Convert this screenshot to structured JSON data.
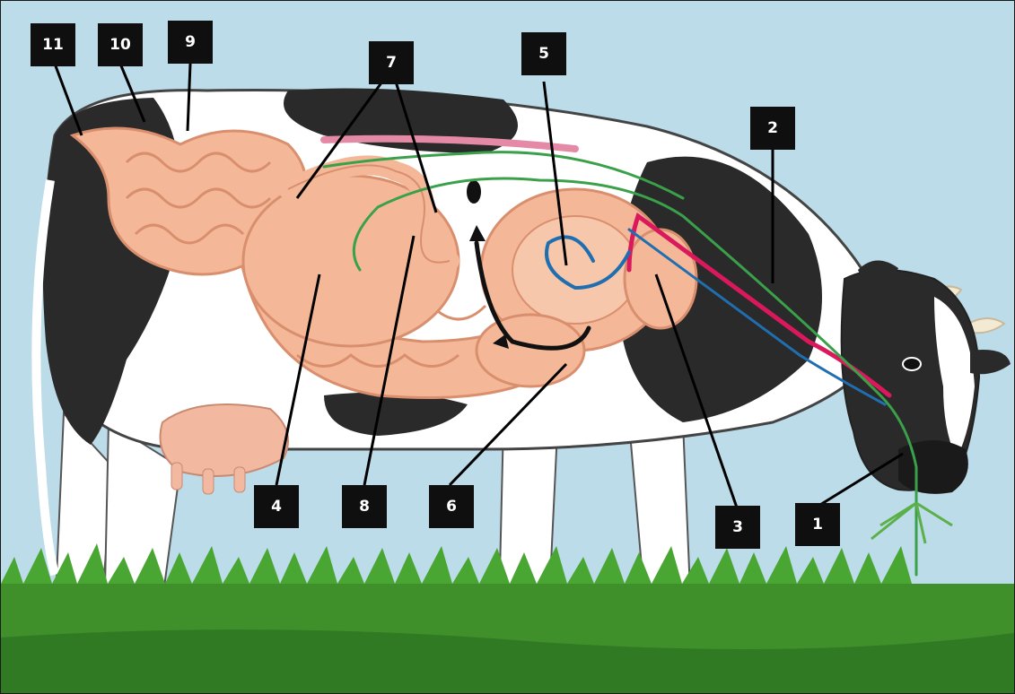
{
  "colors": {
    "sky": "#bcdce9",
    "grass": "#3f8f2a",
    "grass_dark": "#1f5c17",
    "cow_white": "#ffffff",
    "cow_black": "#2a2a2a",
    "organ": "#f4b899",
    "organ_shadow": "#d98f6e",
    "udder": "#f2b8a0",
    "flow_green": "#3aa04a",
    "flow_red": "#d9195c",
    "flow_blue": "#1f6fb0",
    "flow_black": "#111111",
    "label_bg": "#0f0f0f",
    "label_text": "#ffffff"
  },
  "labels": [
    {
      "id": "1",
      "text": "1"
    },
    {
      "id": "2",
      "text": "2"
    },
    {
      "id": "3",
      "text": "3"
    },
    {
      "id": "4",
      "text": "4"
    },
    {
      "id": "5",
      "text": "5"
    },
    {
      "id": "6",
      "text": "6"
    },
    {
      "id": "7",
      "text": "7"
    },
    {
      "id": "8",
      "text": "8"
    },
    {
      "id": "9",
      "text": "9"
    },
    {
      "id": "10",
      "text": "10"
    },
    {
      "id": "11",
      "text": "11"
    }
  ]
}
